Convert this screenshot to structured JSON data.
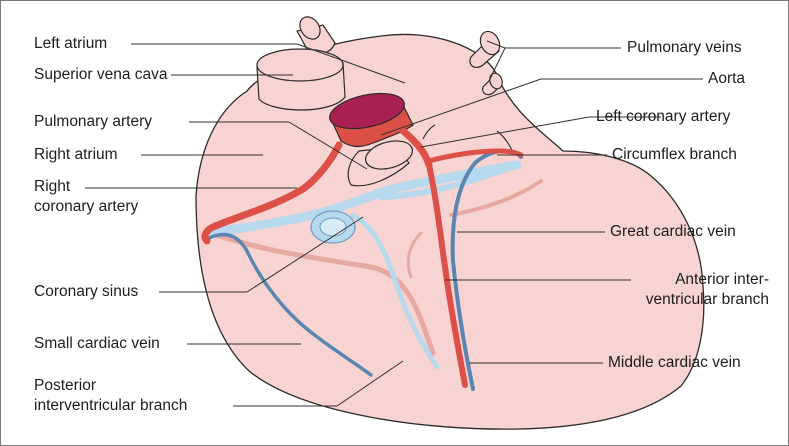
{
  "colors": {
    "heart_fill": "#f7d3d1",
    "heart_stroke": "#2b2b2b",
    "artery": "#dd5048",
    "aorta_lumen": "#a82152",
    "vein": "#5b86b1",
    "vein_light": "#b7d9ee",
    "posterior_artery": "#e8a8a2",
    "leader": "#333333"
  },
  "labels": {
    "left_atrium": "Left atrium",
    "superior_vena_cava": "Superior vena cava",
    "pulmonary_artery": "Pulmonary artery",
    "right_atrium": "Right atrium",
    "right_coronary_artery_1": "Right",
    "right_coronary_artery_2": "coronary artery",
    "coronary_sinus": "Coronary sinus",
    "small_cardiac_vein": "Small cardiac vein",
    "posterior_interventricular_1": "Posterior",
    "posterior_interventricular_2": "interventricular branch",
    "pulmonary_veins": "Pulmonary veins",
    "aorta": "Aorta",
    "left_coronary_artery": "Left coronary artery",
    "circumflex_branch": "Circumflex branch",
    "great_cardiac_vein": "Great cardiac vein",
    "anterior_interventricular_1": "Anterior inter-",
    "anterior_interventricular_2": "ventricular branch",
    "middle_cardiac_vein": "Middle cardiac vein"
  }
}
